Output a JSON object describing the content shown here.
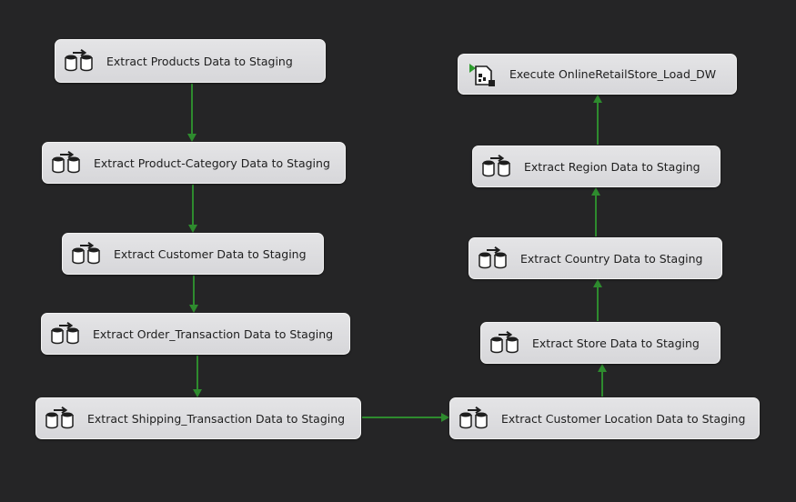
{
  "package": {
    "colors": {
      "background": "#252526",
      "connector": "#2e8b2e",
      "task_fill": "#dcdcde"
    },
    "tasks": [
      {
        "id": "products",
        "label": "Extract Products Data to Staging",
        "icon": "data-flow-icon"
      },
      {
        "id": "category",
        "label": "Extract Product-Category Data to Staging",
        "icon": "data-flow-icon"
      },
      {
        "id": "customer",
        "label": "Extract Customer Data to Staging",
        "icon": "data-flow-icon"
      },
      {
        "id": "order",
        "label": "Extract Order_Transaction Data to Staging",
        "icon": "data-flow-icon"
      },
      {
        "id": "shipping",
        "label": "Extract Shipping_Transaction Data to Staging",
        "icon": "data-flow-icon"
      },
      {
        "id": "custloc",
        "label": "Extract Customer Location Data to Staging",
        "icon": "data-flow-icon"
      },
      {
        "id": "store",
        "label": "Extract Store Data to Staging",
        "icon": "data-flow-icon"
      },
      {
        "id": "country",
        "label": "Extract Country Data to Staging",
        "icon": "data-flow-icon"
      },
      {
        "id": "region",
        "label": "Extract Region Data to Staging",
        "icon": "data-flow-icon"
      },
      {
        "id": "execute",
        "label": "Execute OnlineRetailStore_Load_DW",
        "icon": "execute-package-icon"
      }
    ],
    "precedence": [
      [
        "products",
        "category"
      ],
      [
        "category",
        "customer"
      ],
      [
        "customer",
        "order"
      ],
      [
        "order",
        "shipping"
      ],
      [
        "shipping",
        "custloc"
      ],
      [
        "custloc",
        "store"
      ],
      [
        "store",
        "country"
      ],
      [
        "country",
        "region"
      ],
      [
        "region",
        "execute"
      ]
    ]
  }
}
